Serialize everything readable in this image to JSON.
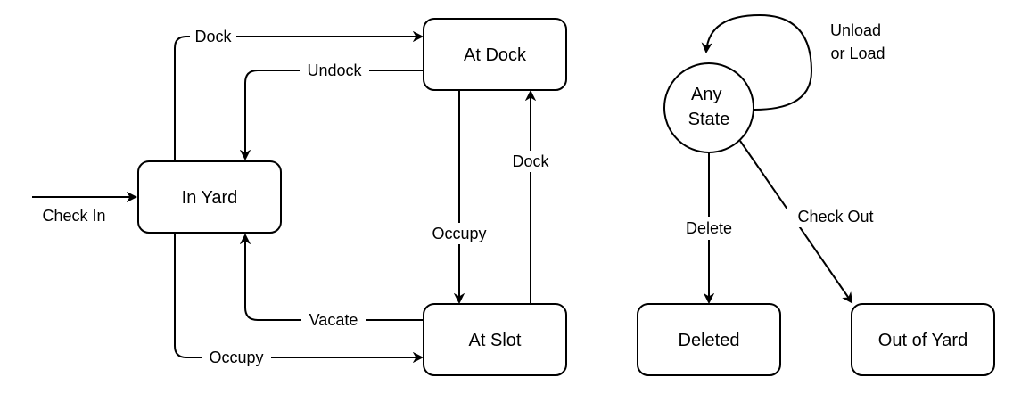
{
  "diagram": {
    "nodes": {
      "in_yard": "In Yard",
      "at_dock": "At Dock",
      "at_slot": "At Slot",
      "any_state": [
        "Any",
        "State"
      ],
      "deleted": "Deleted",
      "out_of_yard": "Out of Yard"
    },
    "edges": {
      "check_in": "Check In",
      "dock_top": "Dock",
      "undock": "Undock",
      "occupy_middle": "Occupy",
      "dock_right": "Dock",
      "vacate": "Vacate",
      "occupy_bottom": "Occupy",
      "unload_or_load": [
        "Unload",
        "or Load"
      ],
      "delete": "Delete",
      "check_out": "Check Out"
    }
  }
}
